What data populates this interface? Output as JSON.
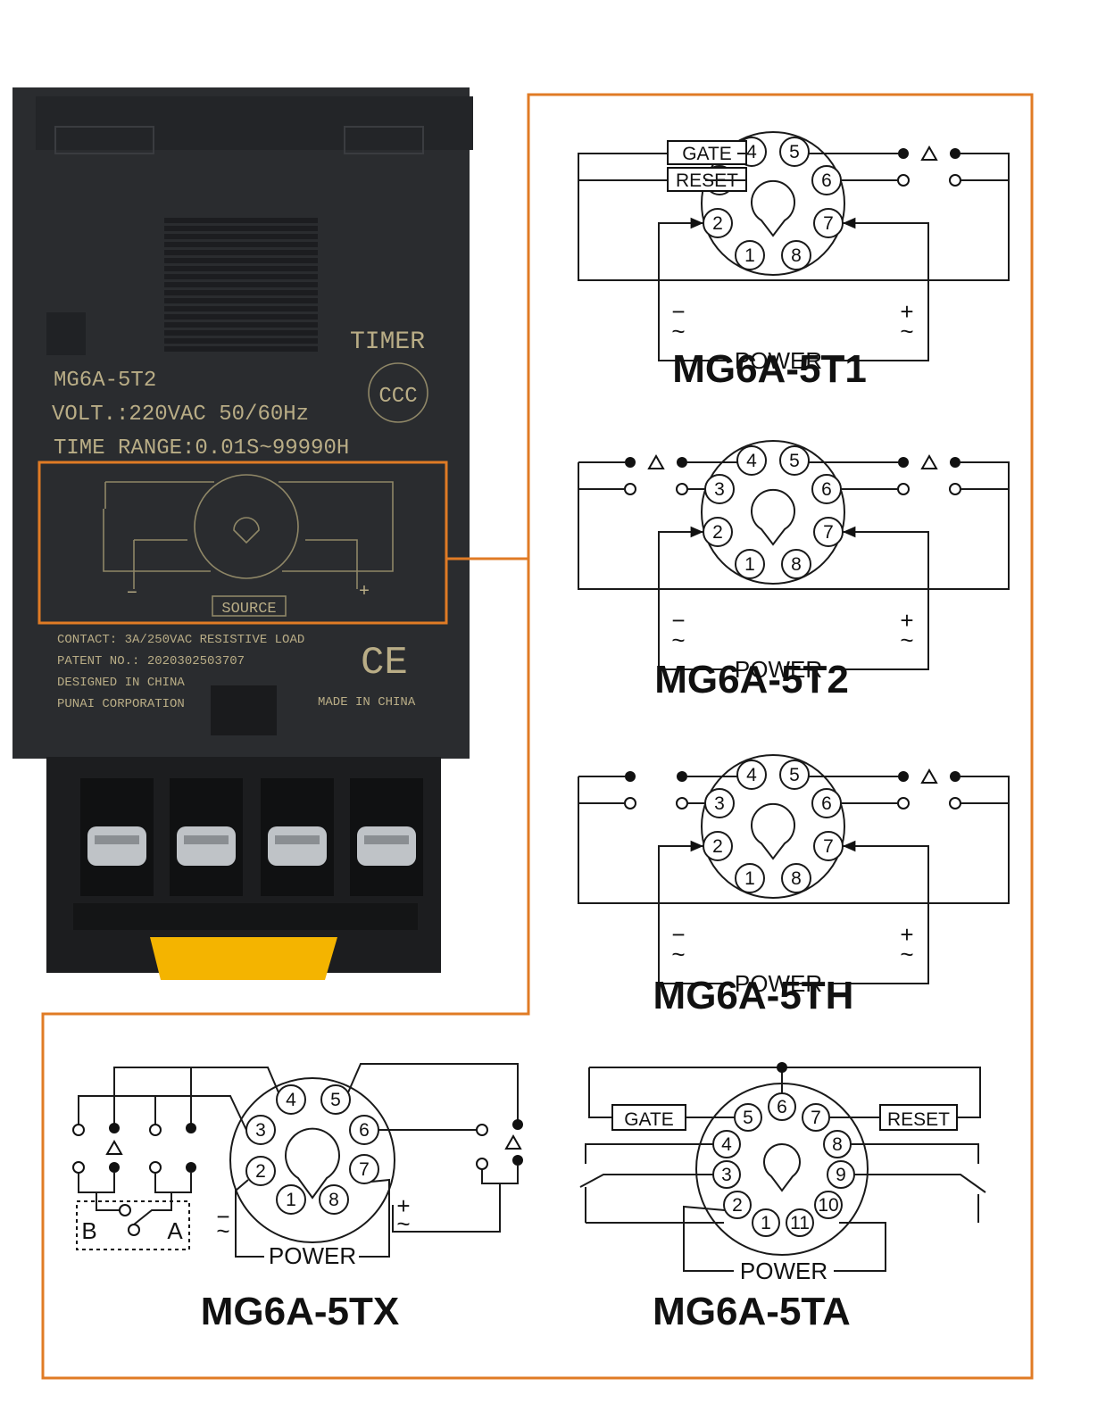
{
  "colors": {
    "accent_border": "#e07b25",
    "device_body": "#2a2c2f",
    "print": "#b9ad86",
    "latch": "#f4b400"
  },
  "device": {
    "timer_label": "TIMER",
    "certification_ccc": "CCC",
    "model": "MG6A-5T2",
    "volt": "VOLT.:220VAC 50/60Hz",
    "time_range": "TIME RANGE:0.01S~99990H",
    "source_label": "SOURCE",
    "contact": "CONTACT: 3A/250VAC RESISTIVE LOAD",
    "patent": "PATENT NO.: 2020302503707",
    "designed": "DESIGNED IN CHINA",
    "corporation": "PUNAI CORPORATION",
    "made_in": "MADE IN CHINA",
    "ce_mark": "CE"
  },
  "terminals": {
    "gate": "GATE",
    "reset": "RESET",
    "power": "POWER",
    "minus": "−",
    "plus": "+",
    "ac": "~",
    "delta": "△",
    "switch_a": "A",
    "switch_b": "B"
  },
  "pins_8": [
    "1",
    "2",
    "3",
    "4",
    "5",
    "6",
    "7",
    "8"
  ],
  "pins_11": [
    "1",
    "2",
    "3",
    "4",
    "5",
    "6",
    "7",
    "8",
    "9",
    "10",
    "11"
  ],
  "diagrams": [
    {
      "model": "MG6A-5T1"
    },
    {
      "model": "MG6A-5T2"
    },
    {
      "model": "MG6A-5TH"
    },
    {
      "model": "MG6A-5TX"
    },
    {
      "model": "MG6A-5TA"
    }
  ]
}
